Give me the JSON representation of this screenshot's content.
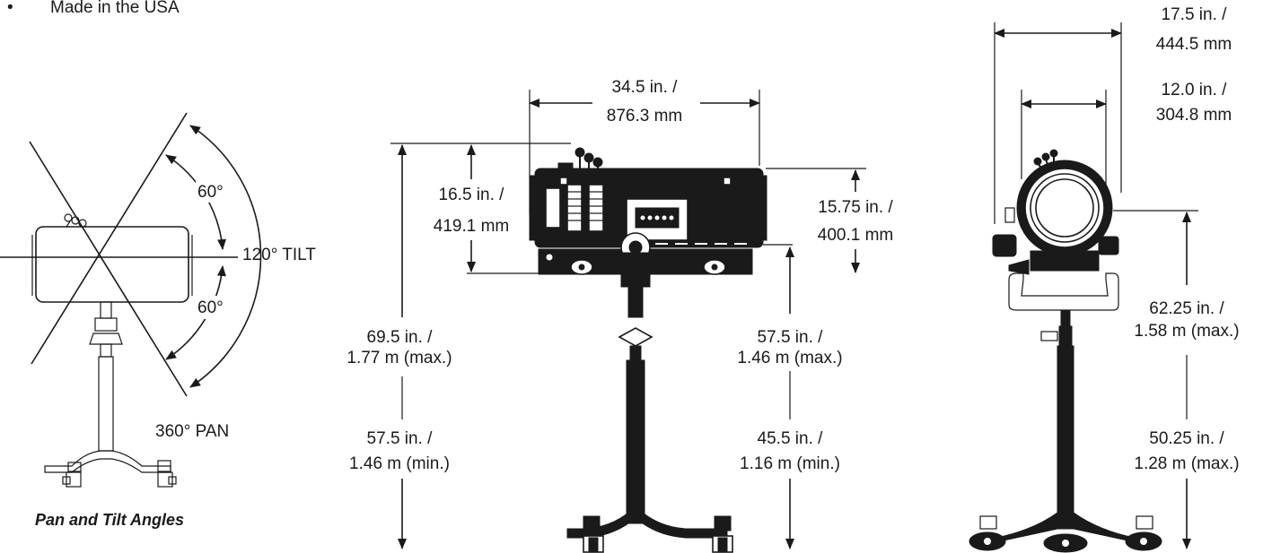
{
  "header": {
    "bullet": "•",
    "text": "Made in the USA"
  },
  "pan_tilt": {
    "caption": "Pan and Tilt Angles",
    "angle_upper": "60°",
    "angle_lower": "60°",
    "tilt": "120° TILT",
    "pan": "360° PAN"
  },
  "side_view": {
    "width_in": "34.5 in. /",
    "width_mm": "876.3 mm",
    "height_in": "16.5 in. /",
    "height_mm": "419.1 mm",
    "body_height_in": "15.75 in. /",
    "body_height_mm": "400.1 mm",
    "overall_max_in": "69.5 in. /",
    "overall_max_m": "1.77 m (max.)",
    "overall_min_in": "57.5 in. /",
    "overall_min_m": "1.46 m (min.)",
    "center_max_in": "57.5 in. /",
    "center_max_m": "1.46 m (max.)",
    "center_min_in": "45.5 in. /",
    "center_min_m": "1.16 m (min.)"
  },
  "front_view": {
    "width_in": "17.5 in. /",
    "width_mm": "444.5 mm",
    "lens_in": "12.0 in. /",
    "lens_mm": "304.8 mm",
    "center_max_in": "62.25 in. /",
    "center_max_m": "1.58 m (max.)",
    "lower_in": "50.25 in. /",
    "lower_m": "1.28 m (max.)"
  }
}
